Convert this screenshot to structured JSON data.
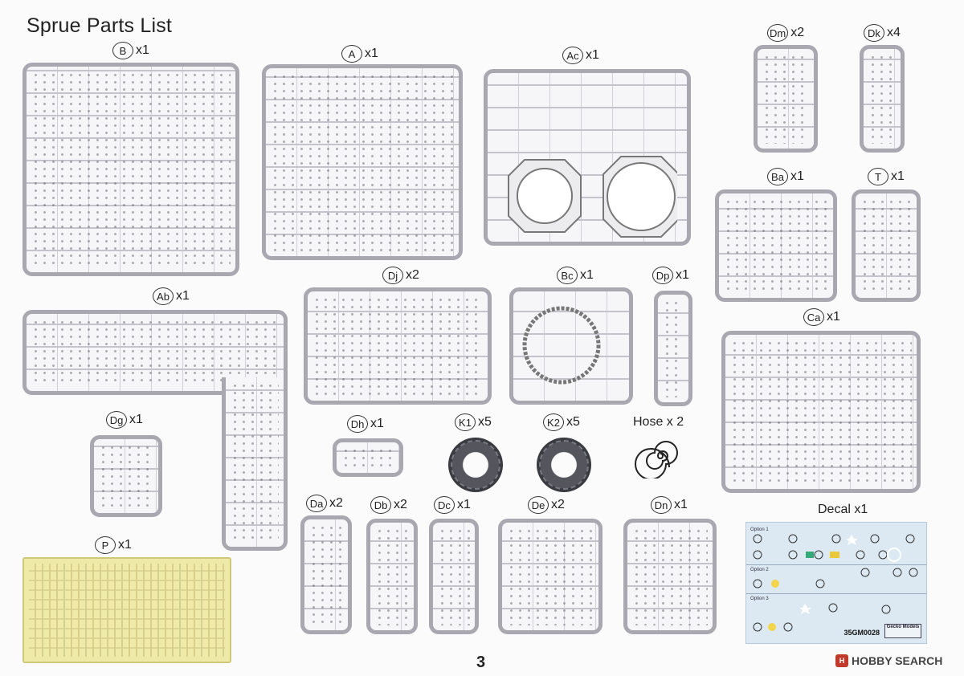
{
  "title": "Sprue Parts List",
  "sprues": [
    {
      "code": "B",
      "qty": "x1"
    },
    {
      "code": "A",
      "qty": "x1"
    },
    {
      "code": "Ac",
      "qty": "x1"
    },
    {
      "code": "Dm",
      "qty": "x2"
    },
    {
      "code": "Dk",
      "qty": "x4"
    },
    {
      "code": "Ba",
      "qty": "x1"
    },
    {
      "code": "T",
      "qty": "x1"
    },
    {
      "code": "Ab",
      "qty": "x1"
    },
    {
      "code": "Dj",
      "qty": "x2"
    },
    {
      "code": "Bc",
      "qty": "x1"
    },
    {
      "code": "Dp",
      "qty": "x1"
    },
    {
      "code": "Ca",
      "qty": "x1"
    },
    {
      "code": "Dg",
      "qty": "x1"
    },
    {
      "code": "Dh",
      "qty": "x1"
    },
    {
      "code": "K1",
      "qty": "x5"
    },
    {
      "code": "K2",
      "qty": "x5"
    },
    {
      "code": "P",
      "qty": "x1"
    },
    {
      "code": "Da",
      "qty": "x2"
    },
    {
      "code": "Db",
      "qty": "x2"
    },
    {
      "code": "Dc",
      "qty": "x1"
    },
    {
      "code": "De",
      "qty": "x2"
    },
    {
      "code": "Dn",
      "qty": "x1"
    }
  ],
  "hose_label": "Hose x 2",
  "decal": {
    "label": "Decal  x1",
    "options": [
      "Option 1",
      "Option 2",
      "Option 3"
    ],
    "code": "35GM0028",
    "logo": "Gecko Models"
  },
  "page_number": "3",
  "footer": {
    "badge": "H",
    "text": "HOBBY SEARCH"
  }
}
